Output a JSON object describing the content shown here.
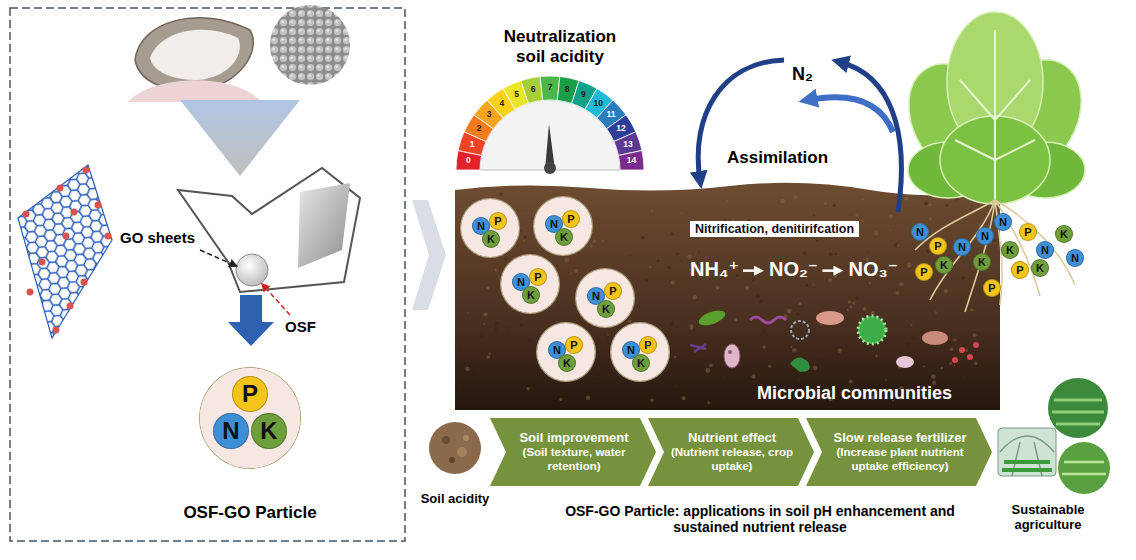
{
  "diagram": {
    "caption": "OSF-GO Particle: applications in soil pH enhancement and sustained nutrient release",
    "nodes": [
      {
        "text": [
          "OSF-GO Particle"
        ]
      },
      {
        "text": [
          "P"
        ],
        "in": 0
      },
      {
        "text": [
          "N"
        ],
        "in": 0
      },
      {
        "text": [
          "K"
        ],
        "in": 0
      },
      {
        "text": []
      },
      {
        "text": [
          "N"
        ],
        "in": 4
      },
      {
        "text": [
          "P"
        ],
        "in": 4
      },
      {
        "text": [
          "K"
        ],
        "in": 4
      },
      {
        "text": []
      },
      {
        "text": [
          "N"
        ],
        "in": 8
      },
      {
        "text": [
          "P"
        ],
        "in": 8
      },
      {
        "text": [
          "K"
        ],
        "in": 8
      },
      {
        "text": []
      },
      {
        "text": [
          "N"
        ],
        "in": 12
      },
      {
        "text": [
          "P"
        ],
        "in": 12
      },
      {
        "text": [
          "K"
        ],
        "in": 12
      },
      {
        "text": []
      },
      {
        "text": [
          "N"
        ],
        "in": 16
      },
      {
        "text": [
          "P"
        ],
        "in": 16
      },
      {
        "text": [
          "K"
        ],
        "in": 16
      },
      {
        "text": []
      },
      {
        "text": [
          "N"
        ],
        "in": 20
      },
      {
        "text": [
          "P"
        ],
        "in": 20
      },
      {
        "text": [
          "K"
        ],
        "in": 20
      },
      {
        "text": []
      },
      {
        "text": [
          "N"
        ],
        "in": 24
      },
      {
        "text": [
          "P"
        ],
        "in": 24
      },
      {
        "text": [
          "K"
        ],
        "in": 24
      },
      {
        "text": [
          "Nitrification, denitirifcation"
        ]
      },
      {
        "text": [
          "N"
        ]
      },
      {
        "text": [
          "P"
        ]
      },
      {
        "text": [
          "N"
        ]
      },
      {
        "text": [
          "K"
        ]
      },
      {
        "text": [
          "P"
        ]
      },
      {
        "text": [
          "N"
        ]
      },
      {
        "text": [
          "N"
        ]
      },
      {
        "text": [
          "P"
        ]
      },
      {
        "text": [
          "K"
        ]
      },
      {
        "text": [
          "K"
        ]
      },
      {
        "text": [
          "P"
        ]
      },
      {
        "text": [
          "N"
        ]
      },
      {
        "text": [
          "K"
        ]
      },
      {
        "text": [
          "K"
        ]
      },
      {
        "text": [
          "N"
        ]
      },
      {
        "text": [
          "P"
        ]
      },
      {
        "text": [
          "Soil improvement",
          "(Soil texture, water retention)"
        ]
      },
      {
        "text": [
          "Nutrient effect",
          "(Nutrient release, crop uptake)"
        ]
      },
      {
        "text": [
          "Slow release fertilizer",
          "(Increase plant nutrient uptake efficiency)"
        ]
      }
    ],
    "labels": [
      "GO sheets",
      "OSF",
      "Neutralization soil acidity",
      "0",
      "1",
      "2",
      "3",
      "4",
      "5",
      "6",
      "7",
      "8",
      "9",
      "10",
      "11",
      "12",
      "13",
      "14",
      "N₂",
      "Assimilation",
      "NH₄⁺",
      "NO₂⁻",
      "NO₃⁻",
      "Microbial communities",
      "Soil acidity",
      "Sustainable agriculture"
    ]
  }
}
